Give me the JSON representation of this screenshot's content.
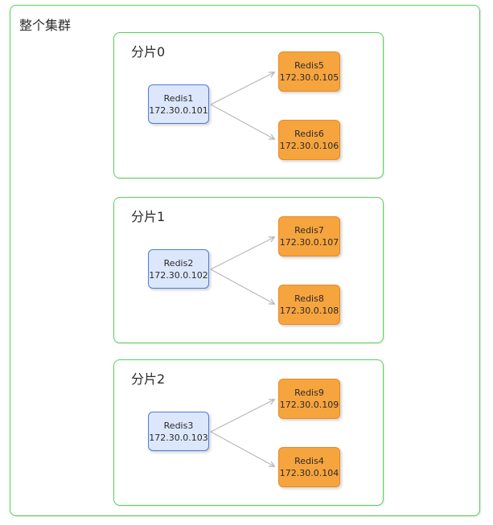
{
  "diagram": {
    "type": "architecture-diagram",
    "cluster_label": "整个集群",
    "colors": {
      "cluster_border": "#56d356",
      "master_fill": "#dce7fb",
      "master_border": "#4b7dde",
      "replica_fill": "#f6a43e",
      "replica_border": "#e68a23",
      "arrow": "#b8b8b8",
      "text": "#2b2b2b"
    },
    "shards": [
      {
        "label": "分片0",
        "master": {
          "name": "Redis1",
          "ip": "172.30.0.101"
        },
        "replicas": [
          {
            "name": "Redis5",
            "ip": "172.30.0.105"
          },
          {
            "name": "Redis6",
            "ip": "172.30.0.106"
          }
        ]
      },
      {
        "label": "分片1",
        "master": {
          "name": "Redis2",
          "ip": "172.30.0.102"
        },
        "replicas": [
          {
            "name": "Redis7",
            "ip": "172.30.0.107"
          },
          {
            "name": "Redis8",
            "ip": "172.30.0.108"
          }
        ]
      },
      {
        "label": "分片2",
        "master": {
          "name": "Redis3",
          "ip": "172.30.0.103"
        },
        "replicas": [
          {
            "name": "Redis9",
            "ip": "172.30.0.109"
          },
          {
            "name": "Redis4",
            "ip": "172.30.0.104"
          }
        ]
      }
    ]
  }
}
